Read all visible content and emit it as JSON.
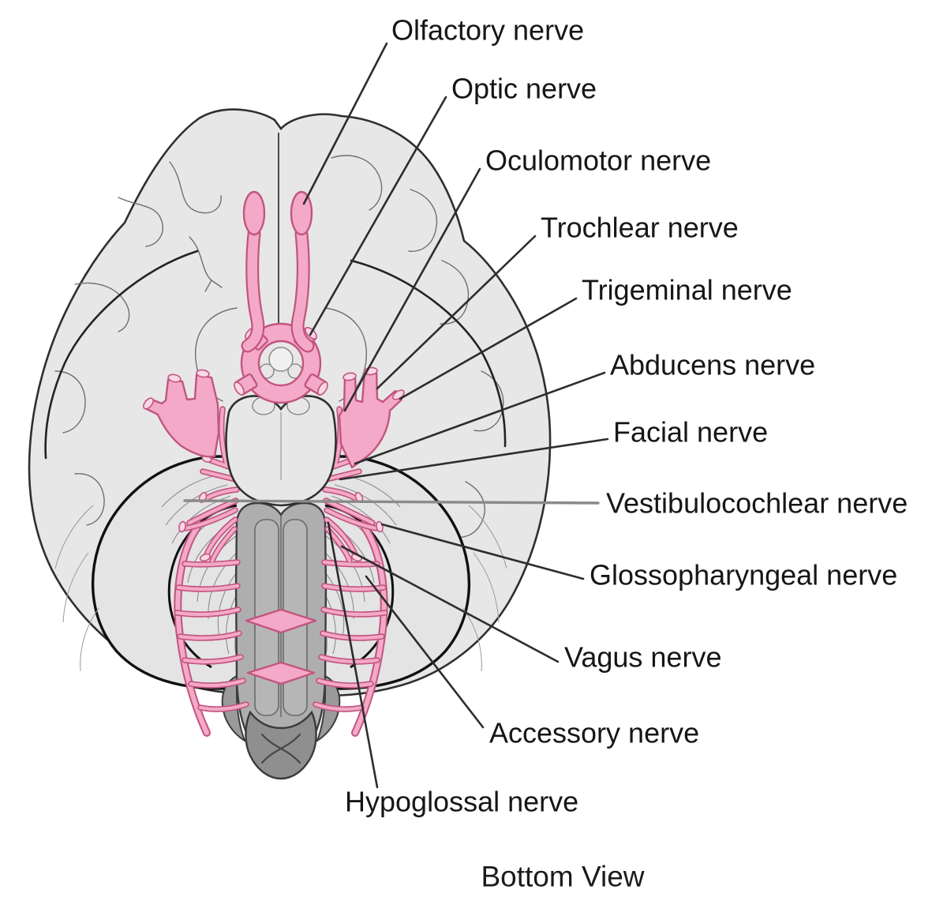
{
  "figure": {
    "kind": "brain-bottom-view-cranial-nerves",
    "caption": "Bottom View",
    "labels": [
      {
        "id": "olfactory",
        "text": "Olfactory nerve"
      },
      {
        "id": "optic",
        "text": "Optic nerve"
      },
      {
        "id": "oculomotor",
        "text": "Oculomotor nerve"
      },
      {
        "id": "trochlear",
        "text": "Trochlear nerve"
      },
      {
        "id": "trigeminal",
        "text": "Trigeminal nerve"
      },
      {
        "id": "abducens",
        "text": "Abducens nerve"
      },
      {
        "id": "facial",
        "text": "Facial nerve"
      },
      {
        "id": "vestibulocochlear",
        "text": "Vestibulocochlear nerve"
      },
      {
        "id": "glossopharyngeal",
        "text": "Glossopharyngeal nerve"
      },
      {
        "id": "vagus",
        "text": "Vagus nerve"
      },
      {
        "id": "accessory",
        "text": "Accessory nerve"
      },
      {
        "id": "hypoglossal",
        "text": "Hypoglossal nerve"
      }
    ],
    "colors": {
      "background": "#ffffff",
      "brain_fill": "#e7e7e7",
      "brain_outline": "#2f2f2f",
      "nerve_pink": "#f4a9c8",
      "nerve_outline": "#c2557e",
      "cut_end_fill": "#fad7e6",
      "cord_gray": "#aeaeae",
      "cone_gray": "#8f8f8f",
      "label_text": "#161616",
      "leader_line": "#2d2d2d",
      "vestibulocochlear_line": "#8a8a8a"
    }
  }
}
